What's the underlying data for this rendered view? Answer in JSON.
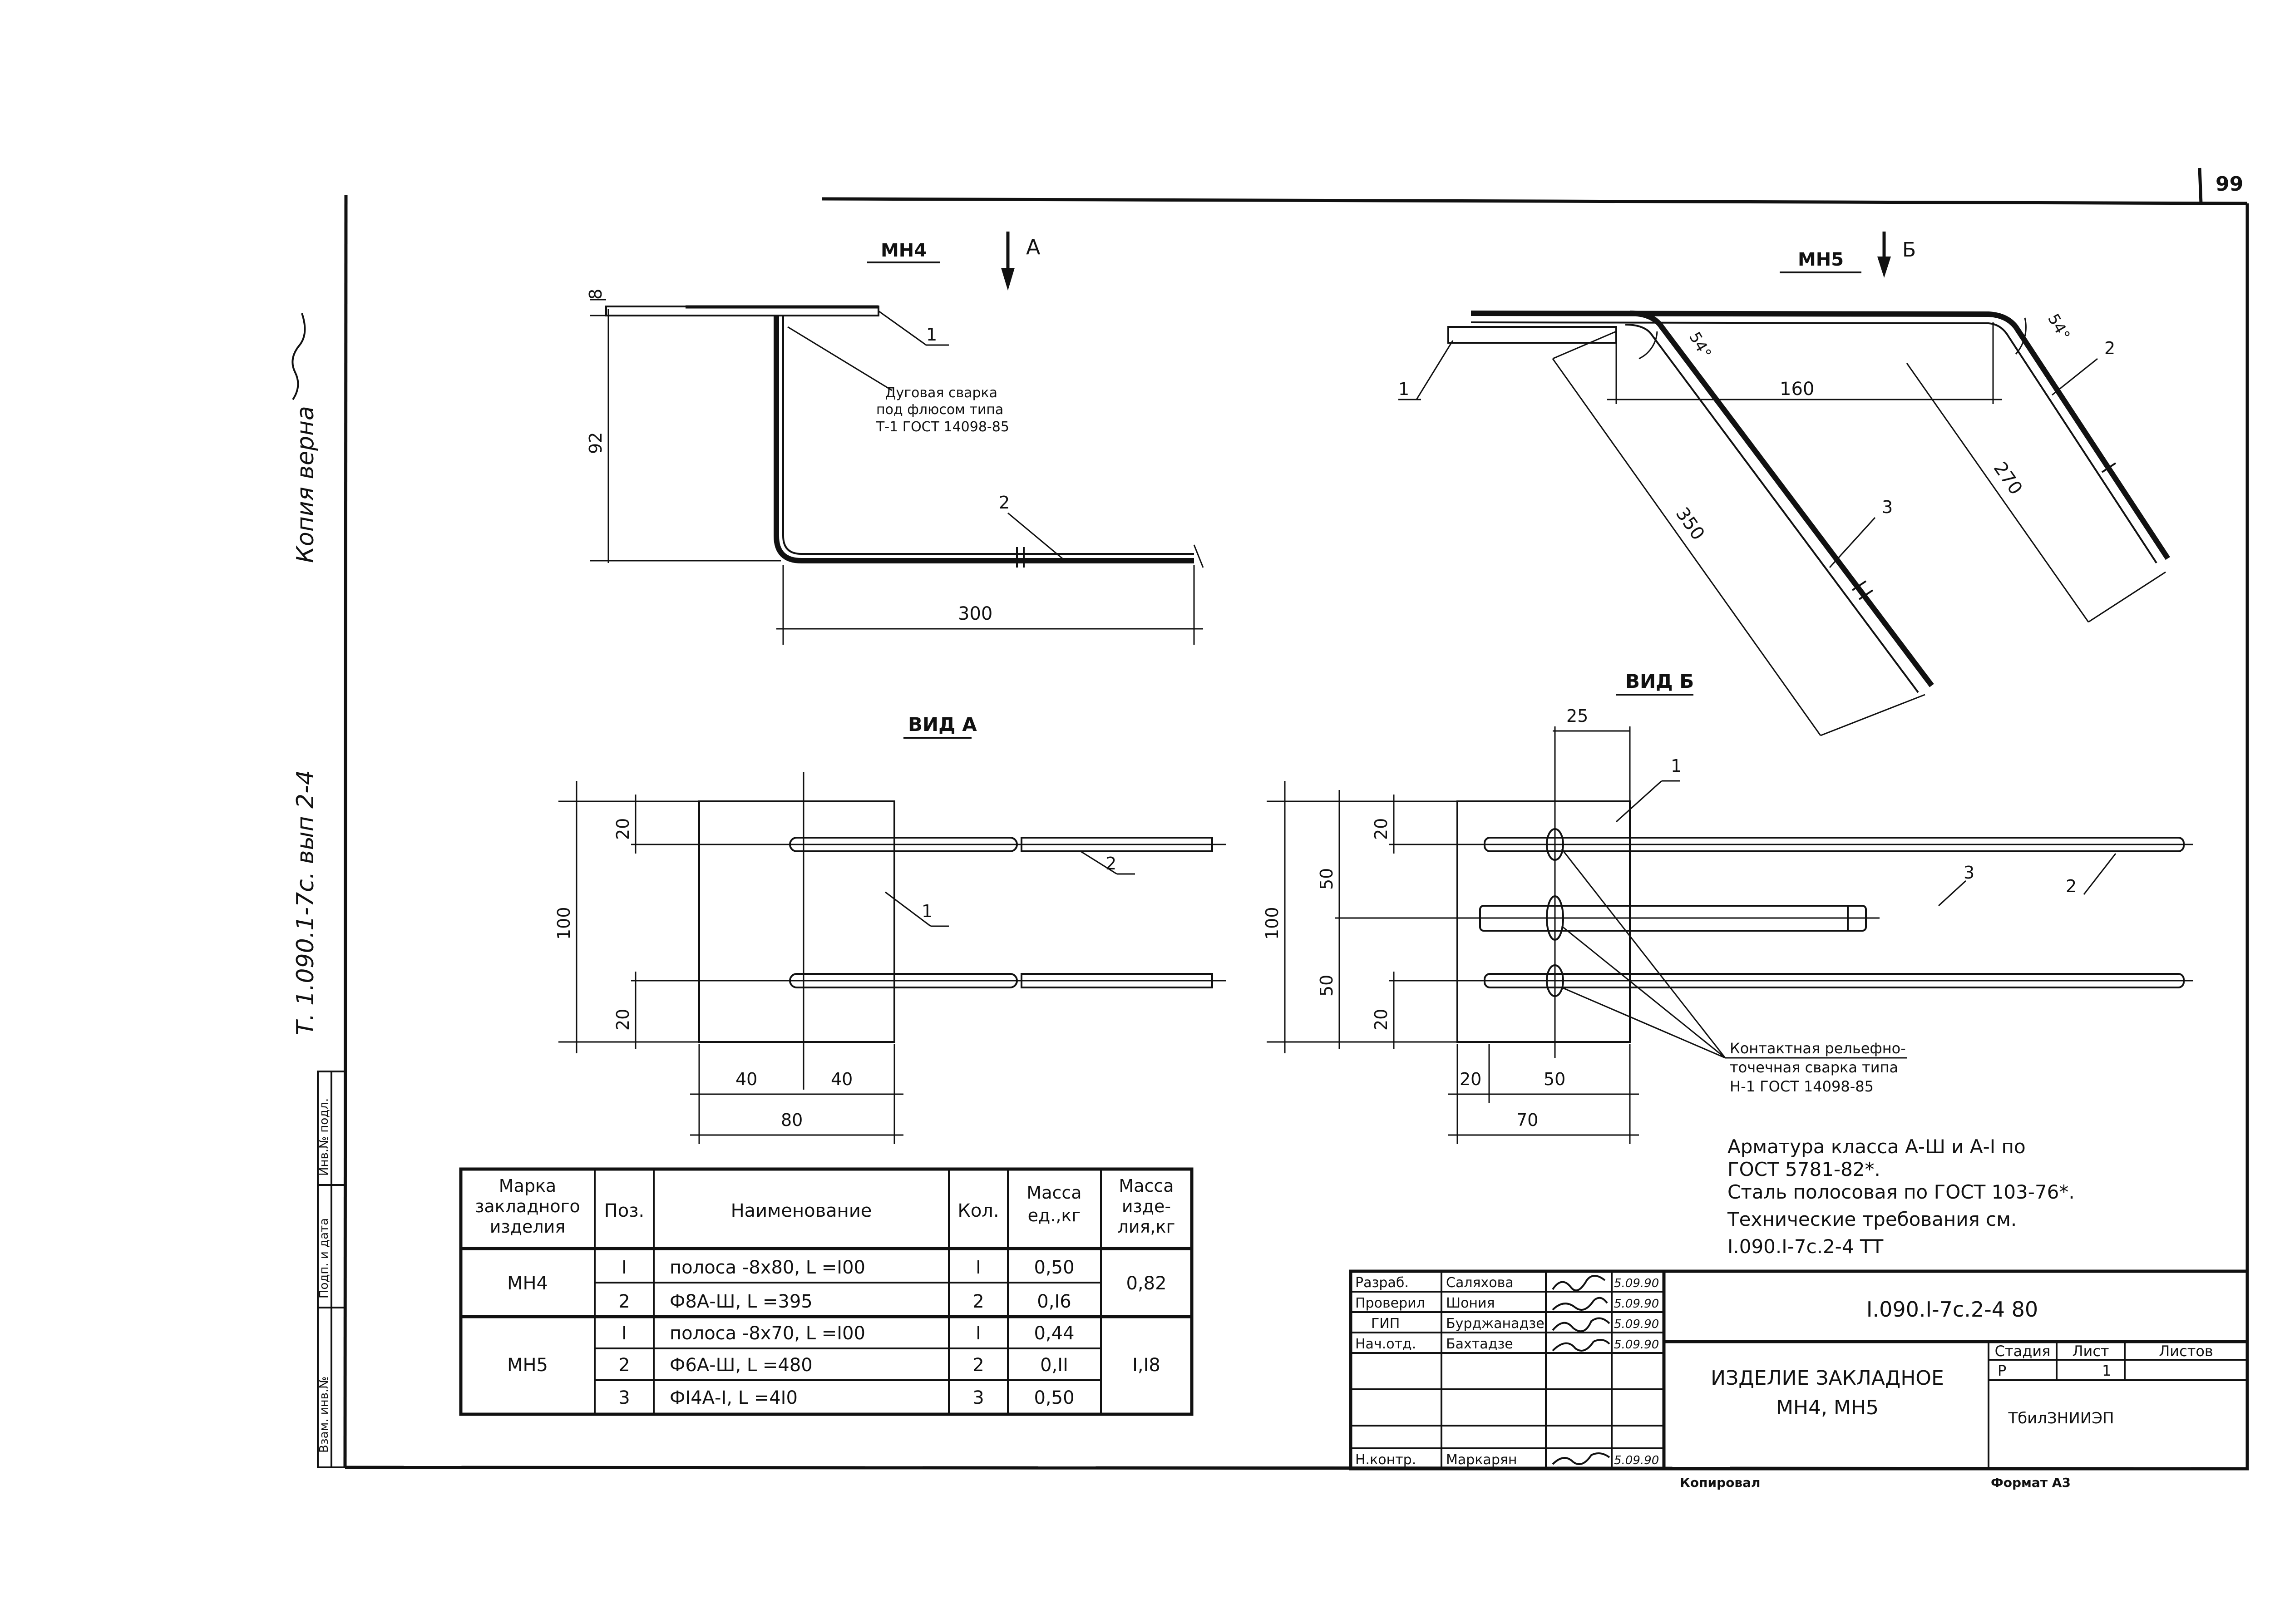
{
  "page_number": "99",
  "margin_note": {
    "copy_note": "Копия верна",
    "doc_ref": "Т. 1.090.1-7с. вып 2-4"
  },
  "side_stamp": [
    "Инв.№ подл.",
    "Подп. и дата",
    "Взам. инв.№"
  ],
  "mn4_view": {
    "mark": "МН4",
    "view_arrow": "А",
    "dim_8": "8",
    "dim_92": "92",
    "dim_300": "300",
    "pos1": "1",
    "pos2": "2",
    "weld_note": [
      "Дуговая сварка",
      "под флюсом типа",
      "Т-1 ГОСТ 14098-85"
    ]
  },
  "mn5_view": {
    "mark": "МН5",
    "view_arrow": "Б",
    "angle_a": "54°",
    "angle_b": "54°",
    "dim_160": "160",
    "dim_270": "270",
    "dim_350": "350",
    "pos1": "1",
    "pos2": "2",
    "pos3": "3"
  },
  "view_a": {
    "title": "ВИД А",
    "dim_20a": "20",
    "dim_100": "100",
    "dim_20b": "20",
    "dim_40a": "40",
    "dim_40b": "40",
    "dim_80": "80",
    "pos1": "1",
    "pos2": "2"
  },
  "view_b": {
    "title": "ВИД Б",
    "dim_25": "25",
    "dim_20a": "20",
    "dim_50a": "50",
    "dim_100": "100",
    "dim_50b": "50",
    "dim_20b": "20",
    "dim_20c": "20",
    "dim_50c": "50",
    "dim_70": "70",
    "pos1": "1",
    "pos2": "2",
    "pos3": "3",
    "weld_note": [
      "Контактная рельефно-",
      "точечная сварка типа",
      "Н-1 ГОСТ 14098-85"
    ]
  },
  "notes": [
    "Арматура класса А-Ш и А-I по",
    "ГОСТ 5781-82*.",
    "Сталь полосовая по ГОСТ 103-76*.",
    "Технические требования см.",
    "I.090.I-7с.2-4 ТТ"
  ],
  "spec_table": {
    "headers": [
      "Марка закладного изделия",
      "Поз.",
      "Наименование",
      "Кол.",
      "Масса ед.,кг",
      "Масса изде-лия,кг"
    ],
    "header_lines": {
      "mark": [
        "Марка",
        "закладного",
        "изделия"
      ],
      "pos": [
        "Поз."
      ],
      "name": [
        "Наименование"
      ],
      "qty": [
        "Кол."
      ],
      "unit_mass": [
        "Масса",
        "ед.,кг"
      ],
      "item_mass": [
        "Масса",
        "изде-",
        "лия,кг"
      ]
    },
    "groups": [
      {
        "mark": "МН4",
        "total": "0,82",
        "rows": [
          {
            "pos": "I",
            "name": "полоса -8х80, L =I00",
            "qty": "I",
            "mass": "0,50"
          },
          {
            "pos": "2",
            "name": "Ф8А-Ш, L =395",
            "qty": "2",
            "mass": "0,I6"
          }
        ]
      },
      {
        "mark": "МН5",
        "total": "I,I8",
        "rows": [
          {
            "pos": "I",
            "name": "полоса -8х70, L =I00",
            "qty": "I",
            "mass": "0,44"
          },
          {
            "pos": "2",
            "name": "Ф6А-Ш, L =480",
            "qty": "2",
            "mass": "0,II"
          },
          {
            "pos": "3",
            "name": "ФI4А-I, L =4I0",
            "qty": "3",
            "mass": "0,50"
          }
        ]
      }
    ]
  },
  "title_block": {
    "roles": [
      "Разраб.",
      "Проверил",
      "ГИП",
      "Нач.отд.",
      "",
      "Н.контр."
    ],
    "names": [
      "Саляхова",
      "Шония",
      "Бурджанадзе",
      "Бахтадзе",
      "",
      "Маркарян"
    ],
    "dates": [
      "5.09.90",
      "5.09.90",
      "5.09.90",
      "5.09.90",
      "",
      "5.09.90"
    ],
    "code": "I.090.I-7с.2-4 80",
    "item_name": "ИЗДЕЛИЕ ЗАКЛАДНОЕ",
    "item_marks": "МН4, МН5",
    "stage_label": "Стадия",
    "sheet_label": "Лист",
    "sheets_label": "Листов",
    "stage": "Р",
    "sheet": "1",
    "org": "ТбилЗНИИЭП"
  },
  "footer": {
    "copied": "Копировал",
    "format": "Формат А3"
  }
}
